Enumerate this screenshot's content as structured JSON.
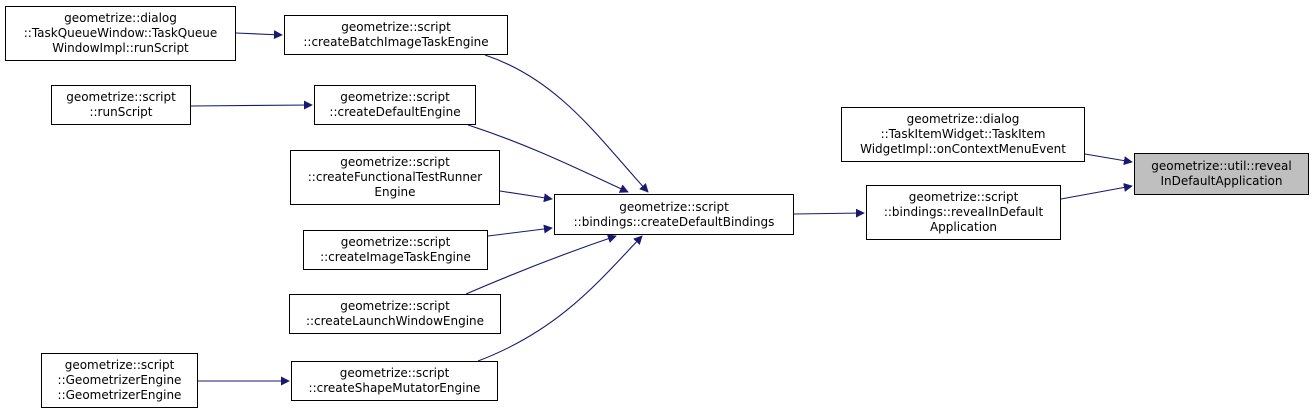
{
  "graph": {
    "colors": {
      "edge": "#191970",
      "node_border": "#000000",
      "node_fill": "#ffffff",
      "focus_fill": "#bfbfbf"
    },
    "nodes": [
      {
        "id": "n1",
        "lines": [
          "geometrize::dialog",
          "::TaskQueueWindow::TaskQueue",
          "WindowImpl::runScript"
        ]
      },
      {
        "id": "n2",
        "lines": [
          "geometrize::script",
          "::createBatchImageTaskEngine"
        ]
      },
      {
        "id": "n3",
        "lines": [
          "geometrize::script",
          "::runScript"
        ]
      },
      {
        "id": "n4",
        "lines": [
          "geometrize::script",
          "::createDefaultEngine"
        ]
      },
      {
        "id": "n5",
        "lines": [
          "geometrize::script",
          "::createFunctionalTestRunner",
          "Engine"
        ]
      },
      {
        "id": "n6",
        "lines": [
          "geometrize::script",
          "::createImageTaskEngine"
        ]
      },
      {
        "id": "n7",
        "lines": [
          "geometrize::script",
          "::createLaunchWindowEngine"
        ]
      },
      {
        "id": "n8",
        "lines": [
          "geometrize::script",
          "::GeometrizerEngine",
          "::GeometrizerEngine"
        ]
      },
      {
        "id": "n9",
        "lines": [
          "geometrize::script",
          "::createShapeMutatorEngine"
        ]
      },
      {
        "id": "n10",
        "lines": [
          "geometrize::script",
          "::bindings::createDefaultBindings"
        ]
      },
      {
        "id": "n11",
        "lines": [
          "geometrize::dialog",
          "::TaskItemWidget::TaskItem",
          "WidgetImpl::onContextMenuEvent"
        ]
      },
      {
        "id": "n12",
        "lines": [
          "geometrize::script",
          "::bindings::revealInDefault",
          "Application"
        ]
      },
      {
        "id": "n13",
        "lines": [
          "geometrize::util::reveal",
          "InDefaultApplication"
        ],
        "focus": true
      }
    ],
    "edges": [
      {
        "from": "n1",
        "to": "n2"
      },
      {
        "from": "n3",
        "to": "n4"
      },
      {
        "from": "n2",
        "to": "n10"
      },
      {
        "from": "n4",
        "to": "n10"
      },
      {
        "from": "n5",
        "to": "n10"
      },
      {
        "from": "n6",
        "to": "n10"
      },
      {
        "from": "n7",
        "to": "n10"
      },
      {
        "from": "n8",
        "to": "n9"
      },
      {
        "from": "n9",
        "to": "n10"
      },
      {
        "from": "n10",
        "to": "n12"
      },
      {
        "from": "n11",
        "to": "n13"
      },
      {
        "from": "n12",
        "to": "n13"
      }
    ]
  }
}
